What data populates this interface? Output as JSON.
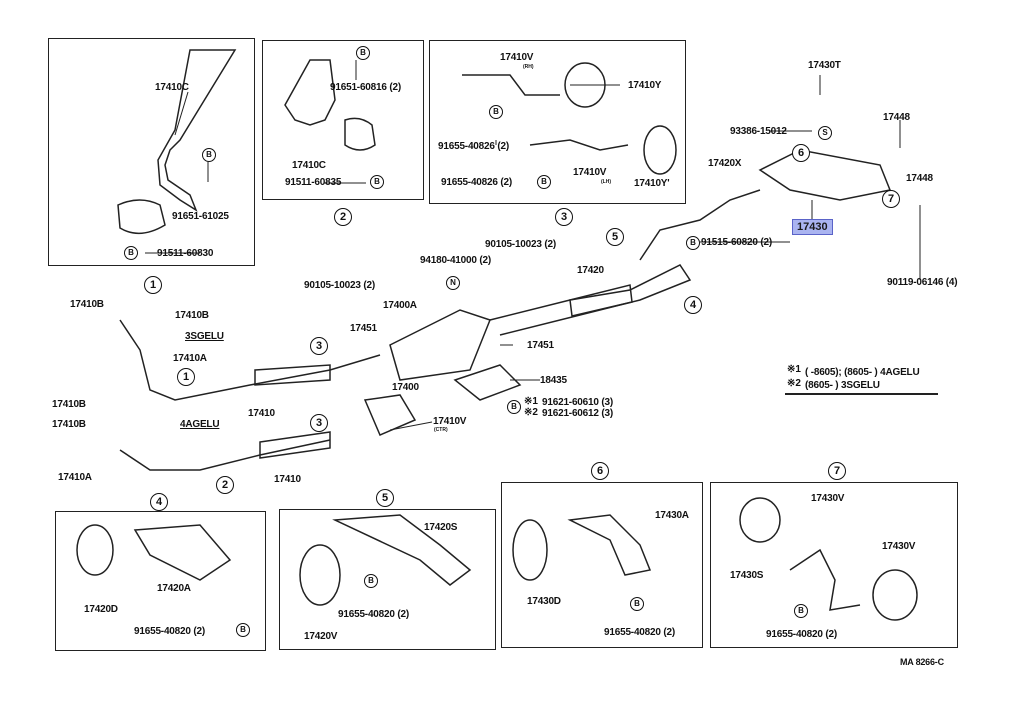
{
  "diagram": {
    "title": "Exhaust Pipe Parts Diagram",
    "code": "MA 8266-C",
    "highlight_color": "#aab4f0",
    "highlighted_part": "17430"
  },
  "markers": {
    "B": "B",
    "S": "S",
    "N": "N",
    "c1": "1",
    "c2": "2",
    "c3": "3",
    "c4": "4",
    "c5": "5",
    "c6": "6",
    "c7": "7"
  },
  "box1": {
    "parts": [
      "17410C",
      "91651-61025",
      "91511-60830"
    ]
  },
  "box2": {
    "parts": [
      "91651-60816 (2)",
      "17410C",
      "91511-60835"
    ],
    "index": "2"
  },
  "box3": {
    "parts": [
      "17410V",
      "(RH)",
      "17410Y",
      "91655-40826 (2)",
      "91655-40826 (2)",
      "17410V",
      "(LH)",
      "17410Y'"
    ],
    "index": "3"
  },
  "rear": {
    "parts": [
      "17430T",
      "93386-15012",
      "17448",
      "17448",
      "17420X",
      "17430",
      "91515-60820 (2)",
      "90119-06146 (4)"
    ]
  },
  "main": {
    "parts": [
      "90105-10023 (2)",
      "94180-41000 (2)",
      "90105-10023 (2)",
      "17420",
      "17400A",
      "17451",
      "17451",
      "17400",
      "18435",
      "91621-60610 (3)",
      "91621-60612 (3)",
      "17410V",
      "(CTR)",
      "17410",
      "17410"
    ],
    "mark1": "※1",
    "mark2": "※2"
  },
  "front": {
    "parts": [
      "17410B",
      "17410B",
      "17410A",
      "17410B",
      "17410B",
      "17410A"
    ],
    "engine1": "3SGELU",
    "engine2": "4AGELU"
  },
  "legend": {
    "line1_mark": "※1",
    "line1": "(      -8605); (8605-           ) 4AGELU",
    "line2_mark": "※2",
    "line2": "(8605-         ) 3SGELU"
  },
  "box4": {
    "index": "4",
    "parts": [
      "17420D",
      "17420A",
      "91655-40820 (2)"
    ]
  },
  "box5": {
    "index": "5",
    "parts": [
      "17420S",
      "91655-40820 (2)",
      "17420V"
    ]
  },
  "box6": {
    "index": "6",
    "parts": [
      "17430A",
      "17430D",
      "91655-40820 (2)"
    ]
  },
  "box7": {
    "index": "7",
    "parts": [
      "17430V",
      "17430V",
      "17430S",
      "91655-40820 (2)"
    ]
  }
}
